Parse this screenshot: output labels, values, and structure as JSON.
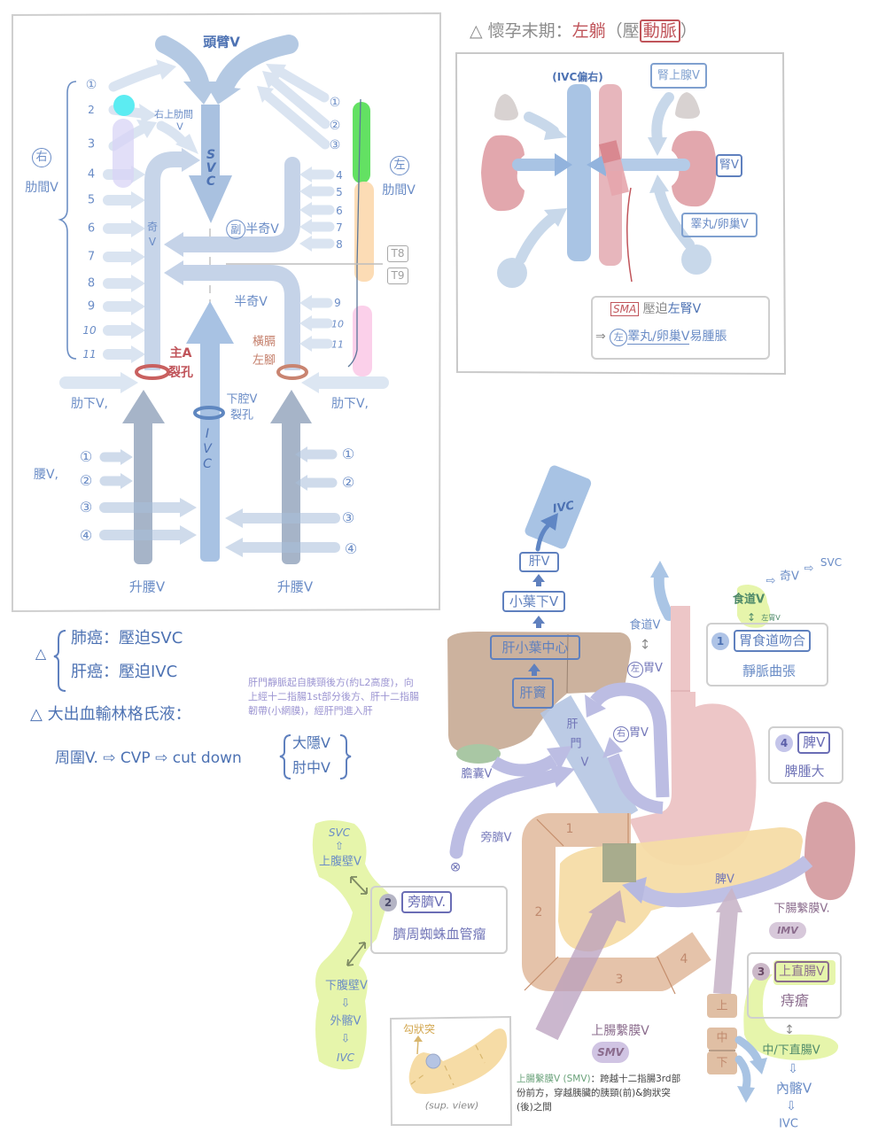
{
  "azygos_system": {
    "brachiocephalic_v": "頭臂V",
    "svc_letters": [
      "S",
      "V",
      "C"
    ],
    "ivc_letters": [
      "I",
      "V",
      "C"
    ],
    "right_intercostal": {
      "side": "右",
      "label": "肋間V",
      "numbers": [
        "①",
        "2",
        "3",
        "4",
        "5",
        "6",
        "7",
        "8",
        "9",
        "10",
        "11"
      ]
    },
    "right_superior_intercostal_v": [
      "右上肋間",
      "V"
    ],
    "azygos_v": [
      "奇",
      "V"
    ],
    "accessory_hemiazygos_v": {
      "prefix": "副",
      "label": "半奇V"
    },
    "hemiazygos_v": "半奇V",
    "aortic_hiatus": [
      "主A",
      "裂孔"
    ],
    "ivc_hiatus": [
      "下腔V",
      "裂孔"
    ],
    "left_crus": [
      "橫膈",
      "左腳"
    ],
    "left_intercostal": {
      "side": "左",
      "label": "肋間V",
      "numbers": [
        "①",
        "②",
        "③",
        "4",
        "5",
        "6",
        "7",
        "8",
        "9",
        "10",
        "11"
      ]
    },
    "vertebrae": [
      "T8",
      "T9"
    ],
    "subcostal_v": [
      "肋下V,",
      "肋下V,"
    ],
    "lumbar_v": "腰V,",
    "lumbar_numbers_left": [
      "①",
      "②",
      "③",
      "④"
    ],
    "lumbar_numbers_right": [
      "①",
      "②",
      "③",
      "④"
    ],
    "ascending_lumbar_v": [
      "升腰V",
      "升腰V"
    ]
  },
  "pregnancy": {
    "title_prefix": "△ 懷孕末期：",
    "title_position": "左躺",
    "title_paren_open": "（壓",
    "title_compressed": "動脈",
    "title_paren_close": "）",
    "ivc_note": "(IVC偏右)",
    "adrenal_v": "腎上腺V",
    "renal_v": "腎V",
    "gonadal_v": "睪丸/卵巢V",
    "note": {
      "sma": "SMA",
      "compress": "壓迫",
      "left_renal_v": "左腎V",
      "arrow": "⇒",
      "side": "左",
      "gonadal_v": "睪丸/卵巢V",
      "result": "易腫脹"
    }
  },
  "notes": {
    "triangle": "△",
    "cancer": [
      {
        "text": "肺癌：壓迫SVC"
      },
      {
        "text": "肝癌：壓迫IVC"
      }
    ],
    "hemorrhage_title": "△ 大出血輸林格氏液：",
    "route": {
      "step1": "周圍V.",
      "arrow": "⇨",
      "step2": "CVP",
      "step3": "cut down",
      "options": [
        "大隱V",
        "肘中V"
      ]
    },
    "portal_origin_note": [
      "肝門靜脈起自胰頸後方(約L2高度)，向",
      "上經十二指腸1st部分後方、肝十二指腸",
      "韌帶(小網膜)，經肝門進入肝"
    ]
  },
  "portal_system": {
    "ivc": "IVC",
    "hepatic_flow": [
      "肝V",
      "小葉下V",
      "肝小葉中心",
      "肝竇"
    ],
    "esophageal_v": "食道V",
    "updown": "↕",
    "left_gastric_v": {
      "side": "左",
      "label": "胃V"
    },
    "right_gastric_v": {
      "side": "右",
      "label": "胃V"
    },
    "portal_v": [
      "肝",
      "門",
      "V"
    ],
    "cystic_v": "膽囊V",
    "paraumbilical_v": "旁臍V",
    "occluded": "⊗",
    "splenic_v": "脾V",
    "imv": {
      "label": "下腸繫膜V.",
      "abbr": "IMV"
    },
    "smv": {
      "label": "上腸繫膜V",
      "abbr": "SMV"
    },
    "duodenum_parts": [
      "1",
      "2",
      "3",
      "4"
    ],
    "rectum_parts": [
      "上",
      "中",
      "下"
    ],
    "anastomoses": [
      {
        "num": "1",
        "vein": "胃食道吻合",
        "sign": "靜脈曲張"
      },
      {
        "num": "2",
        "vein": "旁臍V.",
        "sign": "臍周蜘蛛血管瘤"
      },
      {
        "num": "3",
        "vein": "上直腸V",
        "sign": "痔瘡"
      },
      {
        "num": "4",
        "vein": "脾V",
        "sign": "脾腫大"
      }
    ],
    "esophageal_route": {
      "esophageal_v": "食道V",
      "arrow": "⇨",
      "azygos": "奇V",
      "svc": "SVC",
      "updown": "↕",
      "left_gastric": "左胃V"
    },
    "abdominal_wall_route": {
      "svc": "SVC",
      "up": "⇧",
      "superior_epigastric": "上腹壁V",
      "inferior_epigastric": "下腹壁V",
      "down": "⇩",
      "external_iliac": "外髂V",
      "ivc": "IVC"
    },
    "rectal_route": {
      "updown": "↕",
      "mid_lower_rectal": "中/下直腸V",
      "down": "⇩",
      "internal_iliac": "內髂V",
      "ivc": "IVC"
    },
    "pancreas_inset": {
      "uncinate": "勾狀突",
      "view": "(sup. view)"
    },
    "smv_note": {
      "term": "上腸繫膜V (SMV)",
      "lines": [
        "：跨越十二指腸3rd部",
        "份前方，穿越胰臟的胰頸(前)&鉤狀突",
        "(後)之間"
      ]
    }
  },
  "colors": {
    "text_blue": "#6a8cc6",
    "box_blue": "#5f80be",
    "red": "#c0545a",
    "vein_light": "#dae4f1",
    "ivc": "#a8c2e3",
    "artery": "#e7b6bc",
    "kidney": "#e2a7ad",
    "liver": "#ccb29e",
    "stomach": "#edc6c7",
    "duodenum": "#e5c3aa",
    "pancreas": "#f6dca6",
    "spleen": "#d7a2a6",
    "portal_tributary": "#bcbde3",
    "highlight_green": "#e6f5ab"
  }
}
